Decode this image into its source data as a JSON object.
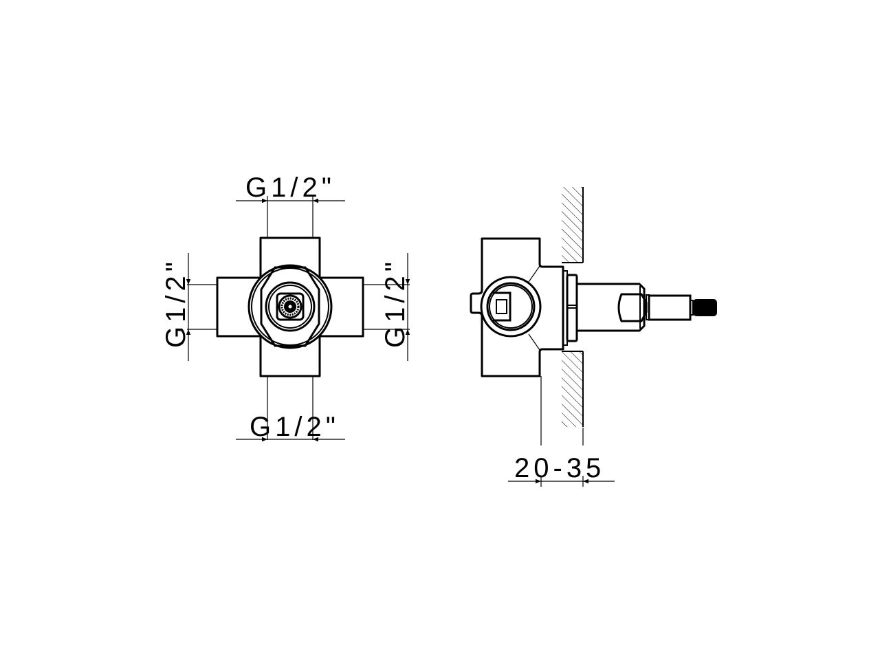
{
  "drawing": {
    "type": "technical-drawing",
    "subject": "concealed valve body",
    "colors": {
      "line": "#000000",
      "background": "#ffffff"
    }
  },
  "front_view": {
    "dimensions": {
      "top": "G1/2\"",
      "bottom": "G1/2\"",
      "left": "G1/2\"",
      "right": "G1/2\""
    }
  },
  "side_view": {
    "dimensions": {
      "wall_depth": "20-35"
    }
  }
}
